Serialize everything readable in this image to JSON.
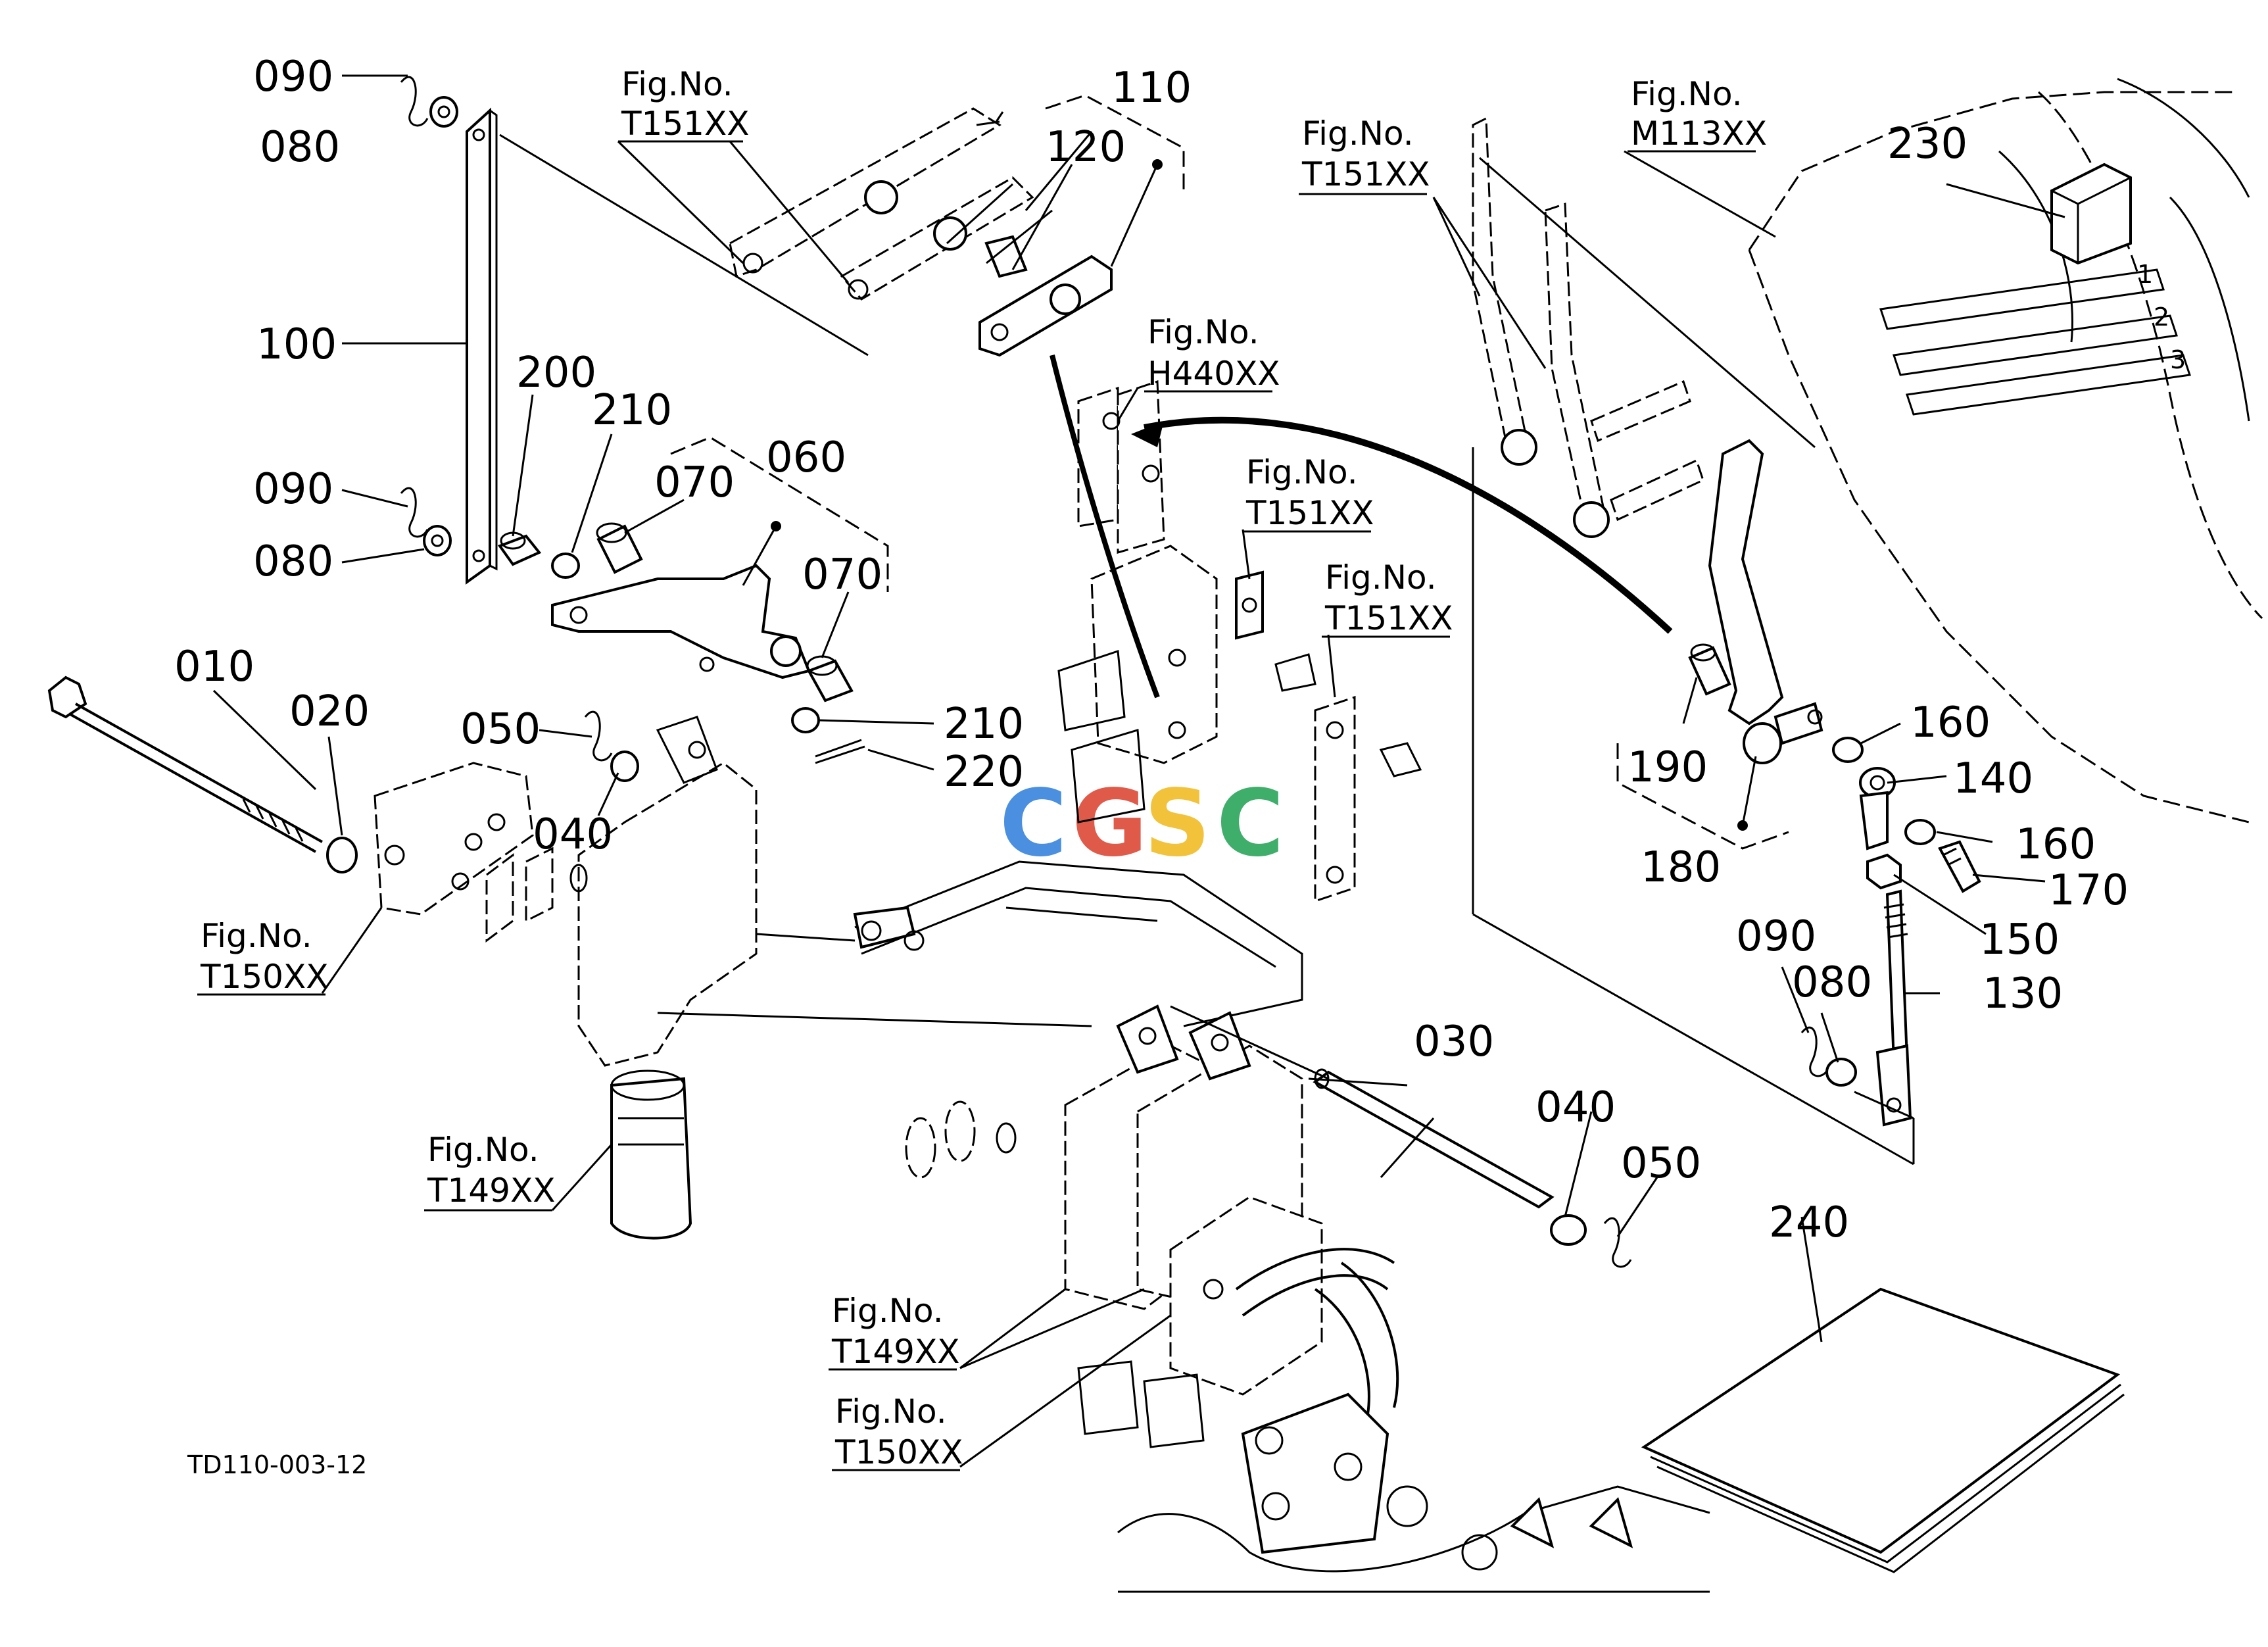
{
  "drawing_code": "TD110-003-12",
  "watermark": {
    "letters": [
      "C",
      "G",
      "S",
      "C"
    ],
    "colors": [
      "#4a8fe0",
      "#e05a4a",
      "#f2c23a",
      "#3fae6a"
    ]
  },
  "part_numbers": {
    "p010": "010",
    "p020": "020",
    "p030": "030",
    "p040a": "040",
    "p040b": "040",
    "p050a": "050",
    "p050b": "050",
    "p060": "060",
    "p070a": "070",
    "p070b": "070",
    "p080a": "080",
    "p080b": "080",
    "p080c": "080",
    "p090a": "090",
    "p090b": "090",
    "p090c": "090",
    "p100": "100",
    "p110": "110",
    "p120": "120",
    "p130": "130",
    "p140": "140",
    "p150": "150",
    "p160a": "160",
    "p160b": "160",
    "p170": "170",
    "p180": "180",
    "p190": "190",
    "p200": "200",
    "p210a": "210",
    "p210b": "210",
    "p220": "220",
    "p230": "230",
    "p240": "240"
  },
  "figure_references": [
    {
      "label": "Fig.No.",
      "code": "T151XX"
    },
    {
      "label": "Fig.No.",
      "code": "M113XX"
    },
    {
      "label": "Fig.No.",
      "code": "T151XX"
    },
    {
      "label": "Fig.No.",
      "code": "H440XX"
    },
    {
      "label": "Fig.No.",
      "code": "T151XX"
    },
    {
      "label": "Fig.No.",
      "code": "T151XX"
    },
    {
      "label": "Fig.No.",
      "code": "T150XX"
    },
    {
      "label": "Fig.No.",
      "code": "T149XX"
    },
    {
      "label": "Fig.No.",
      "code": "T149XX"
    },
    {
      "label": "Fig.No.",
      "code": "T150XX"
    }
  ],
  "shifter_gate_marks": [
    "1",
    "2",
    "3"
  ]
}
